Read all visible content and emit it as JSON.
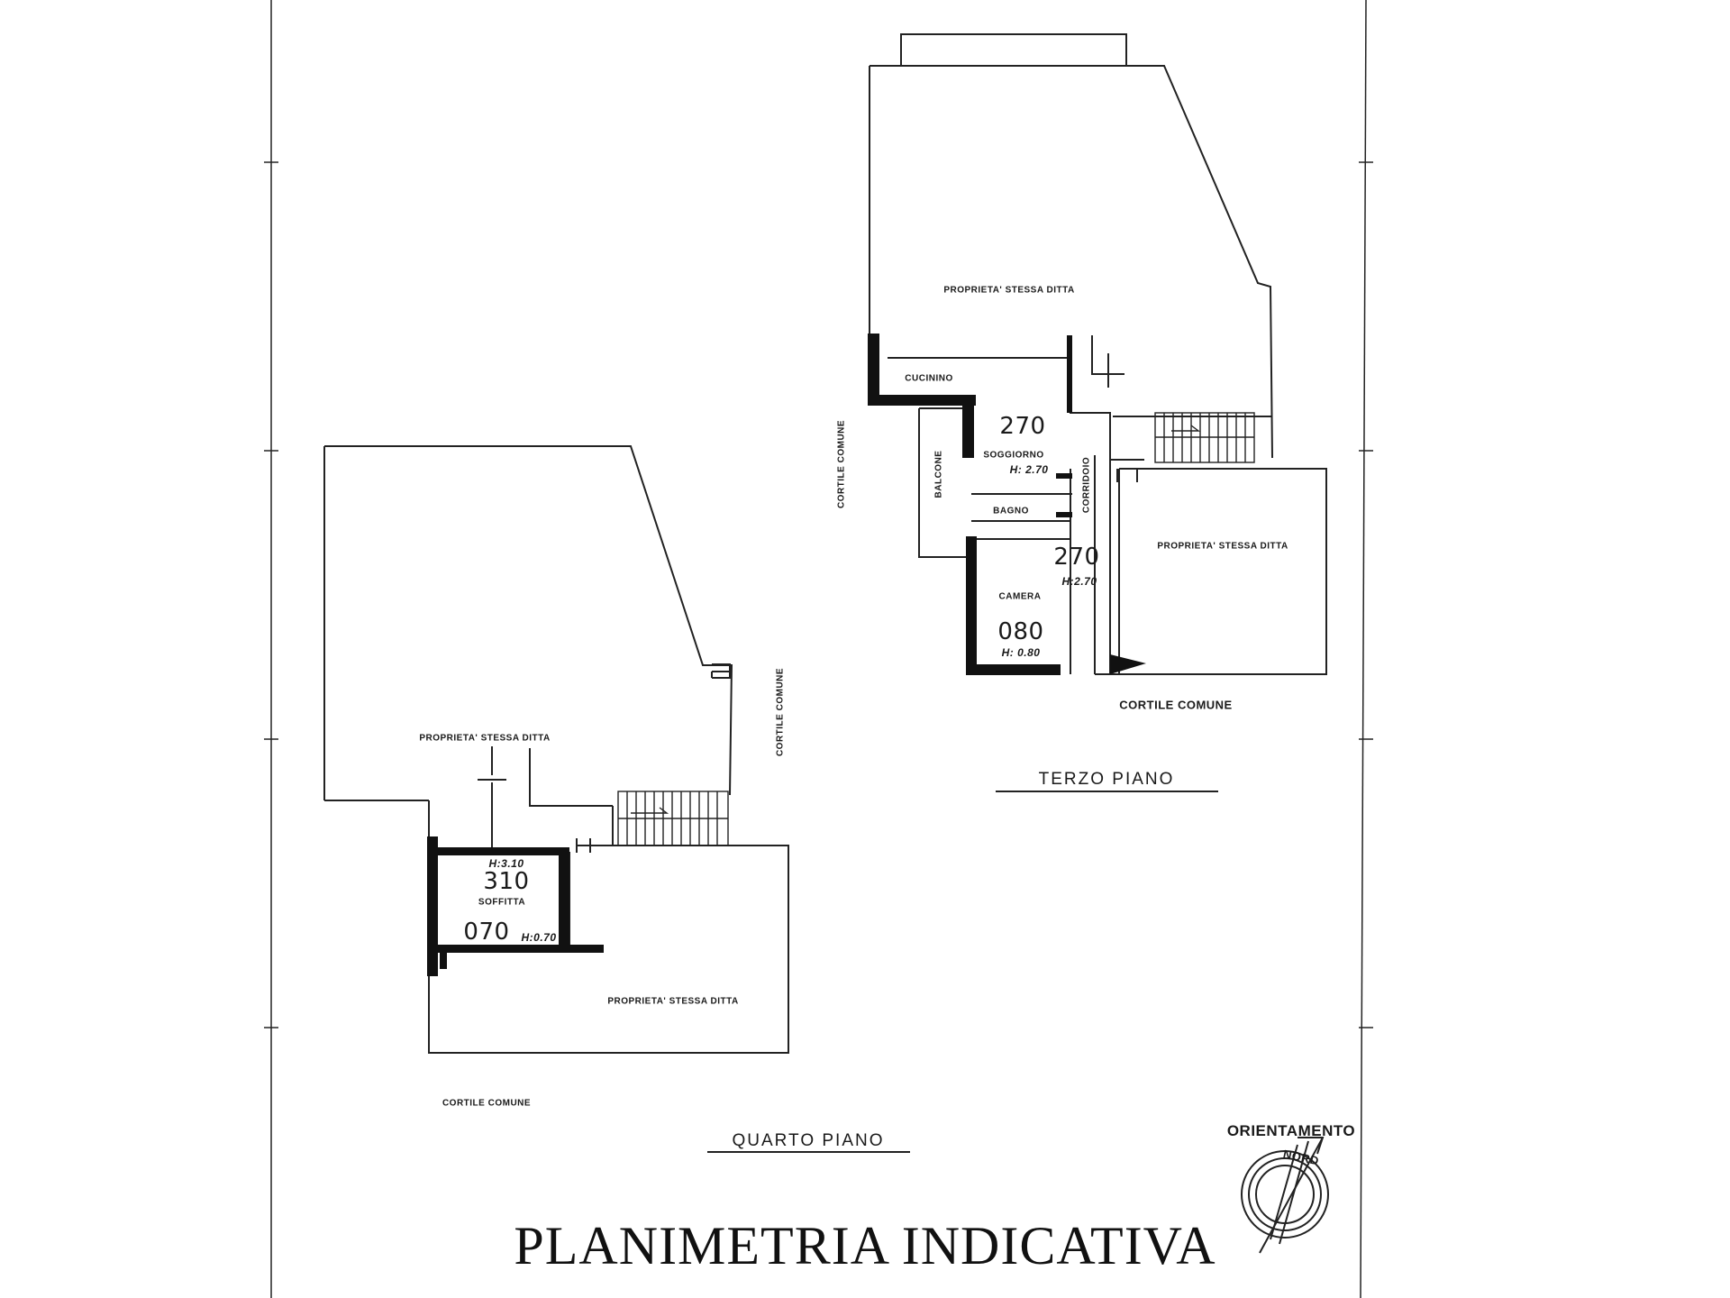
{
  "title": "PLANIMETRIA INDICATIVA",
  "floors": {
    "terzo": {
      "caption": "TERZO PIANO",
      "rooms": {
        "propr_top": "PROPRIETA' STESSA DITTA",
        "cucinino": "CUCININO",
        "soggiorno": "SOGGIORNO",
        "balcone": "BALCONE",
        "bagno": "BAGNO",
        "corridoio": "CORRIDOIO",
        "camera": "CAMERA",
        "propr_right": "PROPRIETA' STESSA DITTA"
      },
      "heights": {
        "soggiorno_val": "270",
        "soggiorno_h": "H: 2.70",
        "camera_val1": "270",
        "camera_h1": "H:2.70",
        "camera_val2": "080",
        "camera_h2": "H: 0.80"
      },
      "courtyards": {
        "left": "CORTILE COMUNE",
        "bottom": "CORTILE COMUNE"
      }
    },
    "quarto": {
      "caption": "QUARTO PIANO",
      "rooms": {
        "propr_top": "PROPRIETA' STESSA DITTA",
        "soffitta": "SOFFITTA",
        "propr_bottom": "PROPRIETA' STESSA DITTA"
      },
      "heights": {
        "soffitta_h1": "H:3.10",
        "soffitta_val1": "310",
        "soffitta_val2": "070",
        "soffitta_h2": "H:0.70"
      },
      "courtyards": {
        "right": "CORTILE COMUNE",
        "bottom": "CORTILE COMUNE"
      }
    }
  },
  "orientation": {
    "label": "ORIENTAMENTO",
    "north": "NORD"
  }
}
